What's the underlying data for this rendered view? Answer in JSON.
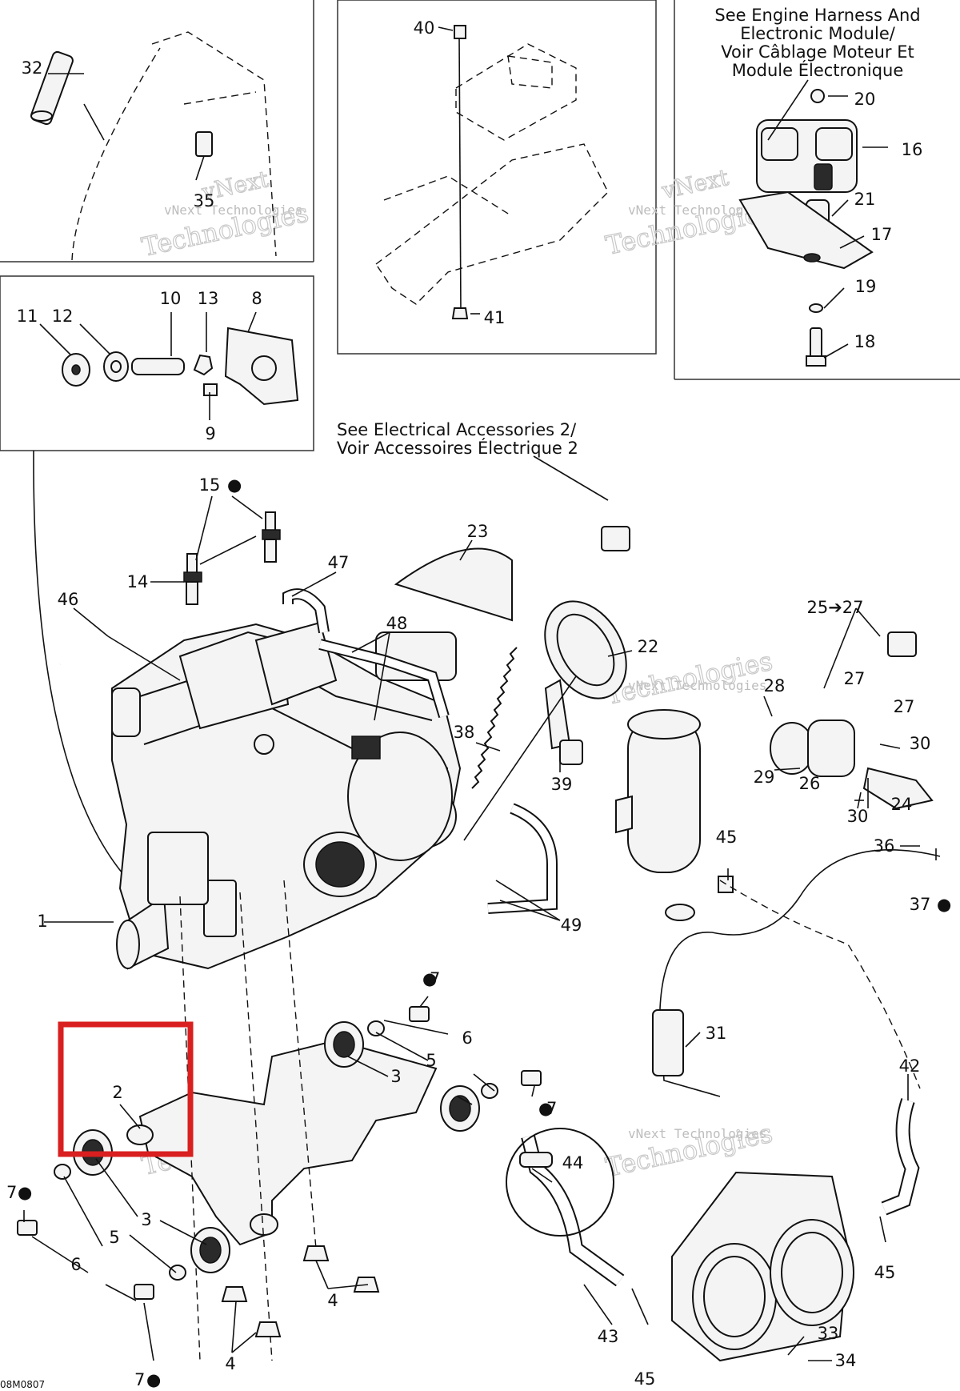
{
  "diagram_code": "08M0807",
  "notes": {
    "engine_harness": [
      "See Engine Harness And",
      "Electronic Module/",
      "Voir Câblage Moteur Et",
      "Module Électronique"
    ],
    "electrical_accessories": [
      "See Electrical Accessories 2/",
      "Voir Accessoires Électrique 2"
    ]
  },
  "labels": {
    "p1": "1",
    "p2": "2",
    "p3a": "3",
    "p3b": "3",
    "p4a": "4",
    "p4b": "4",
    "p5a": "5",
    "p5b": "5",
    "p6a": "6",
    "p6b": "6",
    "p7a": "7",
    "p7b": "7",
    "p7c": "7",
    "p7d": "7",
    "p8": "8",
    "p9": "9",
    "p10": "10",
    "p11": "11",
    "p12": "12",
    "p13": "13",
    "p14": "14",
    "p15": "15",
    "p16": "16",
    "p17": "17",
    "p18": "18",
    "p19": "19",
    "p20": "20",
    "p21": "21",
    "p22": "22",
    "p23": "23",
    "p24": "24",
    "p25": "25➔27",
    "p26": "26",
    "p27a": "27",
    "p27b": "27",
    "p28": "28",
    "p29": "29",
    "p30a": "30",
    "p30b": "30",
    "p31": "31",
    "p32": "32",
    "p33": "33",
    "p34": "34",
    "p35": "35",
    "p36": "36",
    "p37": "37",
    "p38": "38",
    "p39": "39",
    "p40": "40",
    "p41": "41",
    "p42": "42",
    "p43": "43",
    "p44": "44",
    "p45a": "45",
    "p45b": "45",
    "p45c": "45",
    "p46": "46",
    "p47": "47",
    "p48": "48",
    "p49": "49"
  },
  "watermark": {
    "line1": "vNext Technologies",
    "line2": "Technologies",
    "line3": "vNext"
  },
  "highlight_color": "#d91f1f"
}
